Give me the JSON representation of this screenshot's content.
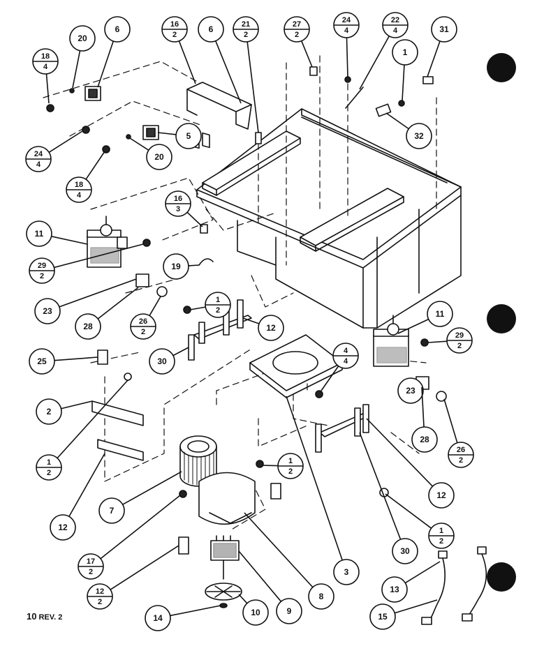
{
  "sheet": {
    "number": "10",
    "revision": "REV. 2"
  },
  "callouts": [
    {
      "id": "c-18-4-a",
      "num": "18",
      "qty": "4"
    },
    {
      "id": "c-20-a",
      "num": "20"
    },
    {
      "id": "c-6-a",
      "num": "6"
    },
    {
      "id": "c-16-2",
      "num": "16",
      "qty": "2"
    },
    {
      "id": "c-6-b",
      "num": "6"
    },
    {
      "id": "c-21-2",
      "num": "21",
      "qty": "2"
    },
    {
      "id": "c-27-2",
      "num": "27",
      "qty": "2"
    },
    {
      "id": "c-24-4-a",
      "num": "24",
      "qty": "4"
    },
    {
      "id": "c-22-4",
      "num": "22",
      "qty": "4"
    },
    {
      "id": "c-1",
      "num": "1"
    },
    {
      "id": "c-31",
      "num": "31"
    },
    {
      "id": "c-32",
      "num": "32"
    },
    {
      "id": "c-24-4-b",
      "num": "24",
      "qty": "4"
    },
    {
      "id": "c-5",
      "num": "5"
    },
    {
      "id": "c-20-b",
      "num": "20"
    },
    {
      "id": "c-18-4-b",
      "num": "18",
      "qty": "4"
    },
    {
      "id": "c-16-3",
      "num": "16",
      "qty": "3"
    },
    {
      "id": "c-11-a",
      "num": "11"
    },
    {
      "id": "c-29-2-a",
      "num": "29",
      "qty": "2"
    },
    {
      "id": "c-19",
      "num": "19"
    },
    {
      "id": "c-23-a",
      "num": "23"
    },
    {
      "id": "c-28-a",
      "num": "28"
    },
    {
      "id": "c-26-2-a",
      "num": "26",
      "qty": "2"
    },
    {
      "id": "c-1-2-a",
      "num": "1",
      "qty": "2"
    },
    {
      "id": "c-12-a",
      "num": "12"
    },
    {
      "id": "c-11-b",
      "num": "11"
    },
    {
      "id": "c-29-2-b",
      "num": "29",
      "qty": "2"
    },
    {
      "id": "c-25",
      "num": "25"
    },
    {
      "id": "c-30-a",
      "num": "30"
    },
    {
      "id": "c-4-4",
      "num": "4",
      "qty": "4"
    },
    {
      "id": "c-2",
      "num": "2"
    },
    {
      "id": "c-23-b",
      "num": "23"
    },
    {
      "id": "c-28-b",
      "num": "28"
    },
    {
      "id": "c-26-2-b",
      "num": "26",
      "qty": "2"
    },
    {
      "id": "c-1-2-b",
      "num": "1",
      "qty": "2"
    },
    {
      "id": "c-12-b",
      "num": "12"
    },
    {
      "id": "c-1-2-c",
      "num": "1",
      "qty": "2"
    },
    {
      "id": "c-7",
      "num": "7"
    },
    {
      "id": "c-12-c",
      "num": "12"
    },
    {
      "id": "c-1-2-d",
      "num": "1",
      "qty": "2"
    },
    {
      "id": "c-3",
      "num": "3"
    },
    {
      "id": "c-30-b",
      "num": "30"
    },
    {
      "id": "c-17-2",
      "num": "17",
      "qty": "2"
    },
    {
      "id": "c-12-2",
      "num": "12",
      "qty": "2"
    },
    {
      "id": "c-8",
      "num": "8"
    },
    {
      "id": "c-9",
      "num": "9"
    },
    {
      "id": "c-10",
      "num": "10"
    },
    {
      "id": "c-14",
      "num": "14"
    },
    {
      "id": "c-13",
      "num": "13"
    },
    {
      "id": "c-15",
      "num": "15"
    }
  ]
}
